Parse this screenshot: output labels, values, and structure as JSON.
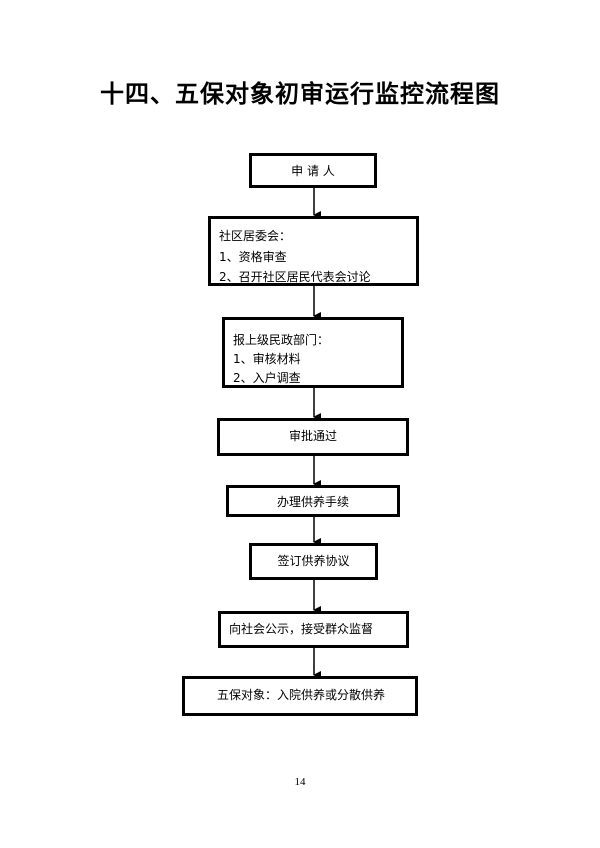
{
  "title": "十四、五保对象初审运行监控流程图",
  "steps": [
    {
      "title": "申 请 人"
    },
    {
      "title": "社区居委会：",
      "items": [
        "1、资格审查",
        "2、召开社区居民代表会讨论"
      ]
    },
    {
      "title": "报上级民政部门：",
      "items": [
        "1、审核材料",
        "2、入户调查"
      ]
    },
    {
      "title": "审批通过"
    },
    {
      "title": "办理供养手续"
    },
    {
      "title": "签订供养协议"
    },
    {
      "title": "向社会公示，接受群众监督"
    },
    {
      "title": "五保对象：入院供养或分散供养"
    }
  ],
  "page_number": "14"
}
